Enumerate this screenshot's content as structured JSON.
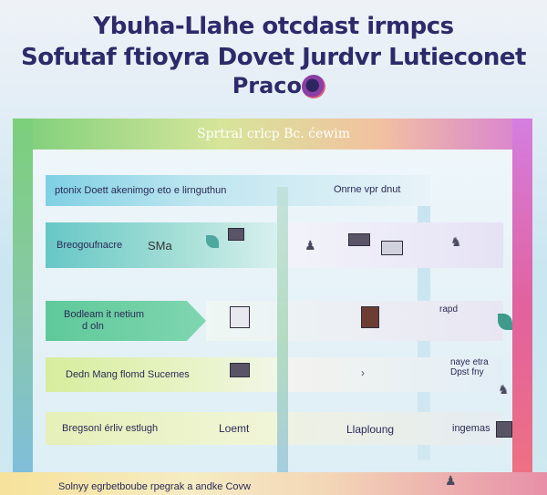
{
  "title": {
    "line1": "Ybuha-Llahe otcdast irmpcs",
    "line2": "Sofutaf ſtioyra Dovet  Jurdvr Lutieconet",
    "line3": "Pracos"
  },
  "frame": {
    "header": "Sprtral crlcp Bc. ćewim"
  },
  "rows": [
    {
      "label": "ptonix Doett  akenimgo eto e lirnguthun",
      "right": "Onrne vpr dnut"
    },
    {
      "label": "Breogoufnacre",
      "icon_text": "SMa"
    },
    {
      "label_line1": "Bodleam it  netium",
      "label_line2": "d oln",
      "side": "rapd"
    },
    {
      "label": "Dedn Mang flomd Sucemes",
      "side_line1": "naye etra",
      "side_line2": "Dpst fny"
    },
    {
      "label": "Bregsonl érliv estlugh",
      "mid": "Loemt",
      "right_a": "Llaploung",
      "right_b": "ingemas"
    }
  ],
  "footer": {
    "label": "Solnyy egrbetboube rpegrak a andke Covw"
  },
  "colors": {
    "title": "#2e2a6a",
    "frame_left": "#7ccf7a",
    "frame_right": "#d77fd4",
    "accent_teal": "#66c7c6",
    "accent_green": "#5fc99a"
  },
  "icons": [
    "logo-orb-icon",
    "toolbox-icon",
    "person-icon",
    "robot-icon",
    "document-icon",
    "plant-icon",
    "arrow-icon"
  ]
}
